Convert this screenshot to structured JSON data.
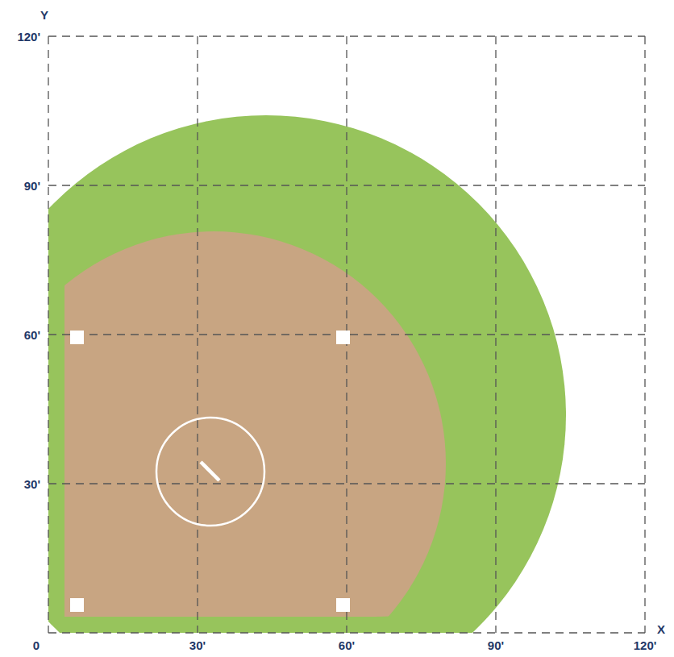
{
  "diagram": {
    "labels": [
      "Y",
      "120'",
      "90'",
      "60'",
      "30'",
      "0",
      "30'",
      "60'",
      "90'",
      "120'",
      "X"
    ]
  }
}
